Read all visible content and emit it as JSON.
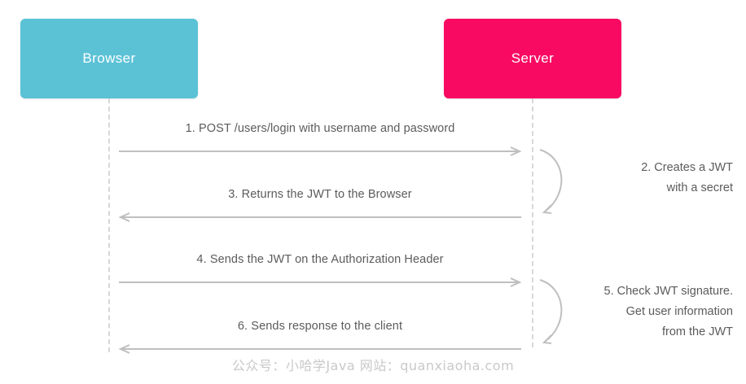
{
  "diagram": {
    "title": "JWT authentication sequence diagram",
    "colors": {
      "browser_box": "#5BC2D6",
      "server_box": "#F80A62",
      "lifeline": "#D8D8D8",
      "arrow": "#BFBFBF",
      "text": "#5B5B5B",
      "watermark": "#C9C9C9",
      "background": "#FFFFFF"
    },
    "participants": [
      {
        "id": "browser",
        "label": "Browser"
      },
      {
        "id": "server",
        "label": "Server"
      }
    ],
    "messages": [
      {
        "id": "message-1",
        "number": "1.",
        "label": "1. POST /users/login with username and password",
        "from": "browser",
        "to": "server",
        "direction": "right"
      },
      {
        "id": "message-3",
        "number": "3.",
        "label": "3. Returns the JWT to the Browser",
        "from": "server",
        "to": "browser",
        "direction": "left"
      },
      {
        "id": "message-4",
        "number": "4.",
        "label": "4. Sends the JWT on the Authorization Header",
        "from": "browser",
        "to": "server",
        "direction": "right"
      },
      {
        "id": "message-6",
        "number": "6.",
        "label": "6. Sends response to the client",
        "from": "server",
        "to": "browser",
        "direction": "left"
      }
    ],
    "self_notes": [
      {
        "id": "self-note-2",
        "number": "2.",
        "label": "2. Creates a JWT\nwith a secret",
        "on": "server"
      },
      {
        "id": "self-note-5",
        "number": "5.",
        "label": "5. Check JWT signature.\nGet user information\nfrom the JWT",
        "on": "server"
      }
    ],
    "watermark": "公众号：小哈学Java  网站：quanxiaoha.com"
  }
}
